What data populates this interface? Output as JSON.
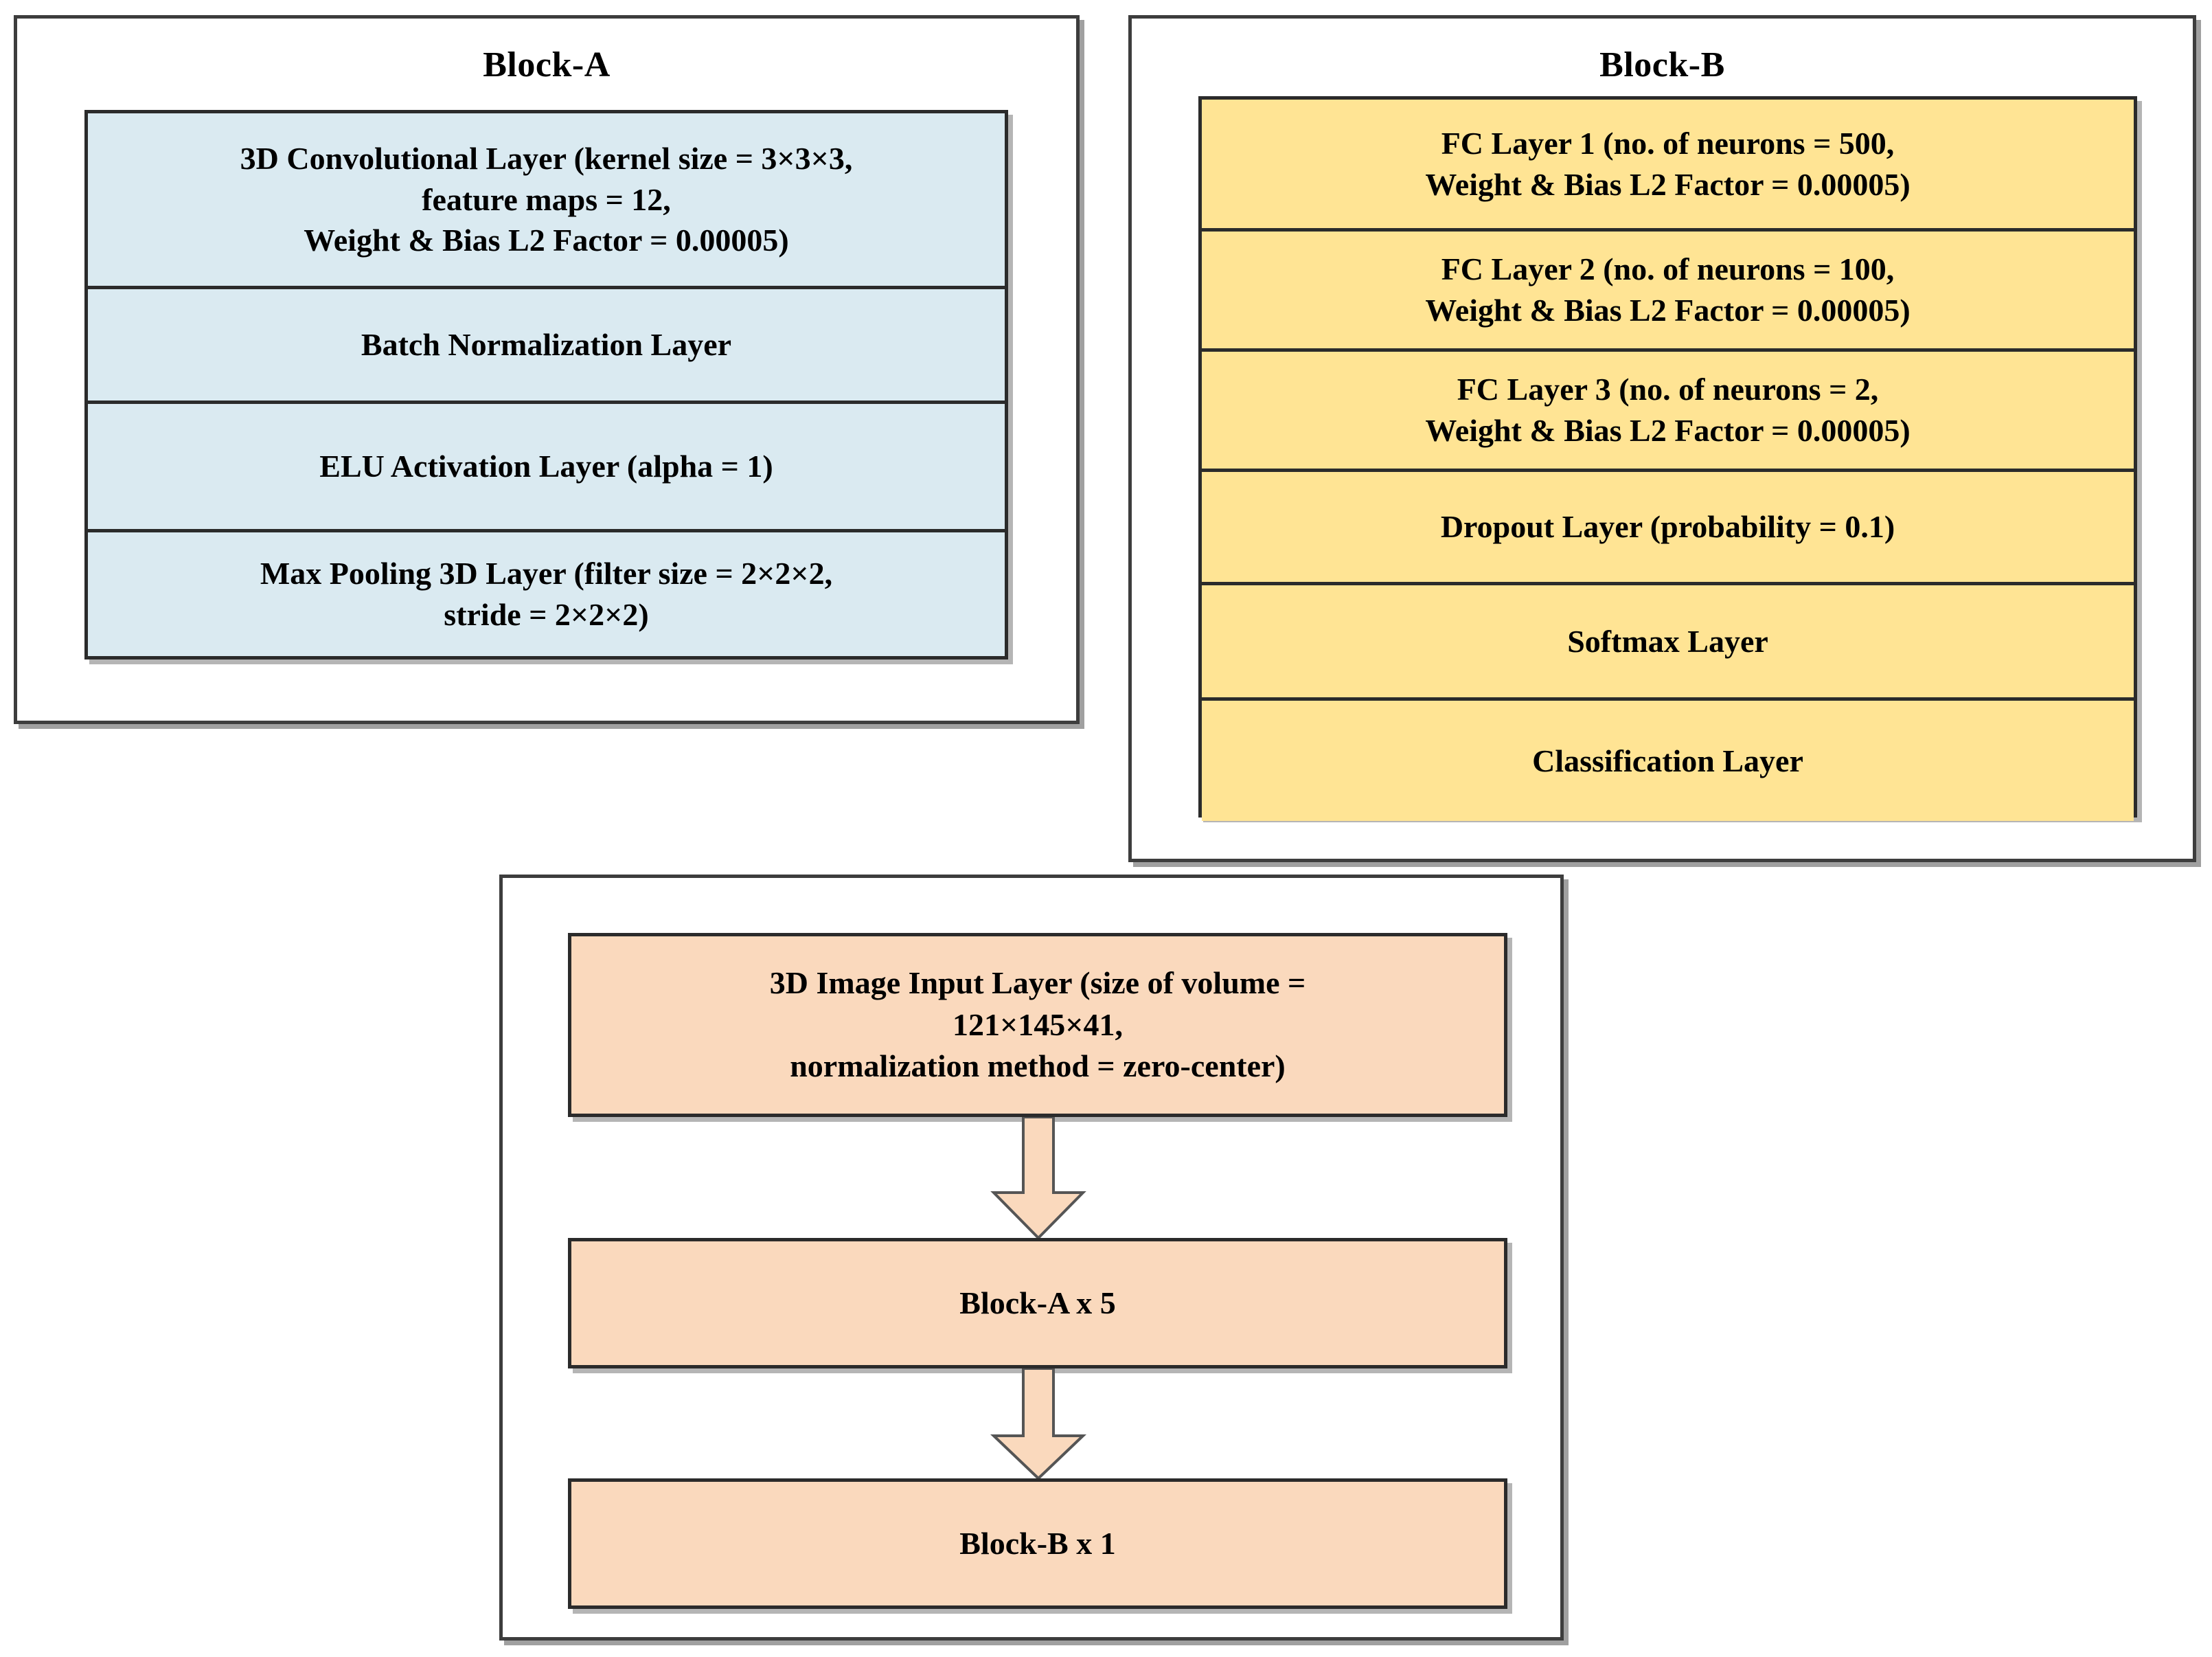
{
  "diagram": {
    "title": "3D CNN architecture block diagram",
    "colors": {
      "block_a_fill": "#daeaf1",
      "block_b_fill": "#ffe494",
      "pipeline_fill": "#fad9bd",
      "border": "#2b2b2b",
      "frame_border": "#3d3d3d",
      "background": "#ffffff"
    }
  },
  "block_a": {
    "title": "Block-A",
    "layers": [
      "3D Convolutional Layer (kernel size = 3×3×3,\nfeature maps = 12,\nWeight & Bias L2 Factor = 0.00005)",
      "Batch Normalization Layer",
      "ELU Activation Layer (alpha = 1)",
      "Max Pooling 3D Layer (filter size = 2×2×2,\nstride = 2×2×2)"
    ]
  },
  "block_b": {
    "title": "Block-B",
    "layers": [
      "FC Layer 1 (no. of neurons = 500,\nWeight & Bias L2 Factor = 0.00005)",
      "FC Layer 2 (no. of neurons = 100,\nWeight & Bias L2 Factor = 0.00005)",
      "FC Layer 3 (no. of neurons = 2,\nWeight & Bias L2 Factor = 0.00005)",
      "Dropout Layer (probability = 0.1)",
      "Softmax Layer",
      "Classification Layer"
    ]
  },
  "pipeline": {
    "nodes": [
      "3D Image Input Layer (size of volume =\n121×145×41,\nnormalization method = zero-center)",
      "Block-A x 5",
      "Block-B x 1"
    ],
    "arrows": [
      "down-arrow-input-to-blocka",
      "down-arrow-blocka-to-blockb"
    ]
  }
}
